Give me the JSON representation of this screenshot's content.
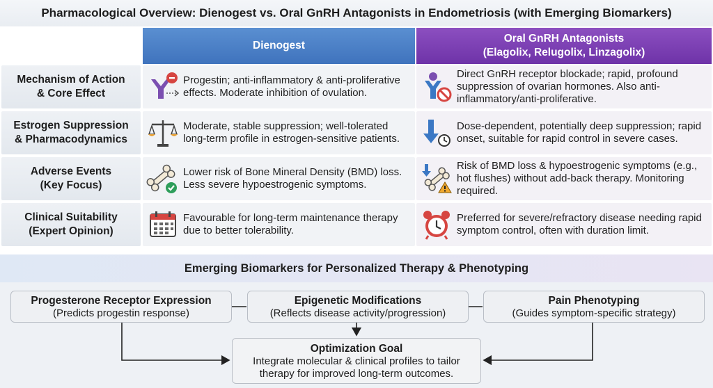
{
  "title": "Pharmacological Overview: Dienogest vs. Oral GnRH Antagonists in Endometriosis (with Emerging Biomarkers)",
  "columns": {
    "dienogest": "Dienogest",
    "gnrh_line1": "Oral GnRH Antagonists",
    "gnrh_line2": "(Elagolix, Relugolix, Linzagolix)"
  },
  "rows": [
    {
      "label_line1": "Mechanism of Action",
      "label_line2": "& Core Effect",
      "dienogest_icon": "receptor-inhibition-icon",
      "dienogest_text": "Progestin; anti-inflammatory & anti-proliferative effects. Moderate inhibition of ovulation.",
      "gnrh_icon": "receptor-block-icon",
      "gnrh_text": "Direct GnRH receptor blockade; rapid, profound suppression of ovarian hormones. Also anti-inflammatory/anti-proliferative."
    },
    {
      "label_line1": "Estrogen Suppression",
      "label_line2": "& Pharmacodynamics",
      "dienogest_icon": "balance-scale-icon",
      "dienogest_text": "Moderate, stable suppression; well-tolerated long-term profile in estrogen-sensitive patients.",
      "gnrh_icon": "down-arrow-clock-icon",
      "gnrh_text": "Dose-dependent, potentially deep suppression; rapid onset, suitable for rapid control in severe cases."
    },
    {
      "label_line1": "Adverse Events",
      "label_line2": "(Key Focus)",
      "dienogest_icon": "bone-check-icon",
      "dienogest_text": "Lower risk of Bone Mineral Density (BMD) loss. Less severe hypoestrogenic symptoms.",
      "gnrh_icon": "bone-warning-icon",
      "gnrh_text": "Risk of BMD loss & hypoestrogenic symptoms (e.g., hot flushes) without add-back therapy. Monitoring required."
    },
    {
      "label_line1": "Clinical Suitability",
      "label_line2": "(Expert Opinion)",
      "dienogest_icon": "calendar-icon",
      "dienogest_text": "Favourable for long-term maintenance therapy due to better tolerability.",
      "gnrh_icon": "alarm-clock-icon",
      "gnrh_text": "Preferred for severe/refractory disease needing rapid symptom control, often with duration limit."
    }
  ],
  "biomarkers": {
    "heading": "Emerging Biomarkers for Personalized Therapy & Phenotyping",
    "items": [
      {
        "title": "Progesterone Receptor Expression",
        "sub": "(Predicts progestin response)"
      },
      {
        "title": "Epigenetic Modifications",
        "sub": "(Reflects disease activity/progression)"
      },
      {
        "title": "Pain Phenotyping",
        "sub": "(Guides symptom-specific strategy)"
      }
    ],
    "goal": {
      "title": "Optimization Goal",
      "line1": "Integrate molecular & clinical profiles to tailor",
      "line2": "therapy for improved long-term outcomes."
    }
  },
  "colors": {
    "dienogest_header": "#4a80c8",
    "gnrh_header": "#7a3db2",
    "icon_blue": "#3b78c4",
    "icon_purple": "#7b4fb0",
    "icon_red": "#d64541",
    "icon_green": "#2e9e5b",
    "icon_orange": "#f0a830"
  }
}
